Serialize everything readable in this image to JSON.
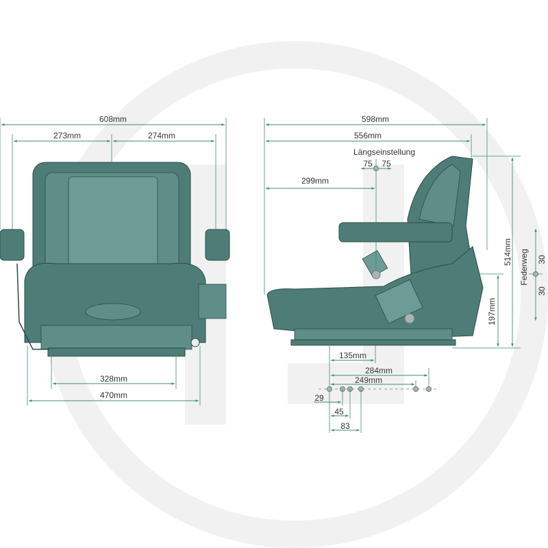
{
  "colors": {
    "seat": "#4e7d77",
    "dimension": "#3f8a78",
    "watermark": "#f1f1f1"
  },
  "front_view": {
    "overall_width": "608mm",
    "left_half": "273mm",
    "right_half": "274mm",
    "mount_width": "328mm",
    "base_width": "470mm"
  },
  "side_view": {
    "overall_depth": "598mm",
    "backrest_depth": "556mm",
    "adjust_title": "Längseinstellung",
    "adjust_fwd": "75",
    "adjust_back": "75",
    "seat_ref": "299mm",
    "height": "514mm",
    "seat_height": "197mm",
    "suspension_title": "Federweg",
    "suspension_up": "30",
    "suspension_down": "30",
    "rail_offset": "135mm",
    "hole_far": "284mm",
    "hole_near": "249mm",
    "hole_29": "29",
    "hole_45": "45",
    "hole_83": "83"
  }
}
